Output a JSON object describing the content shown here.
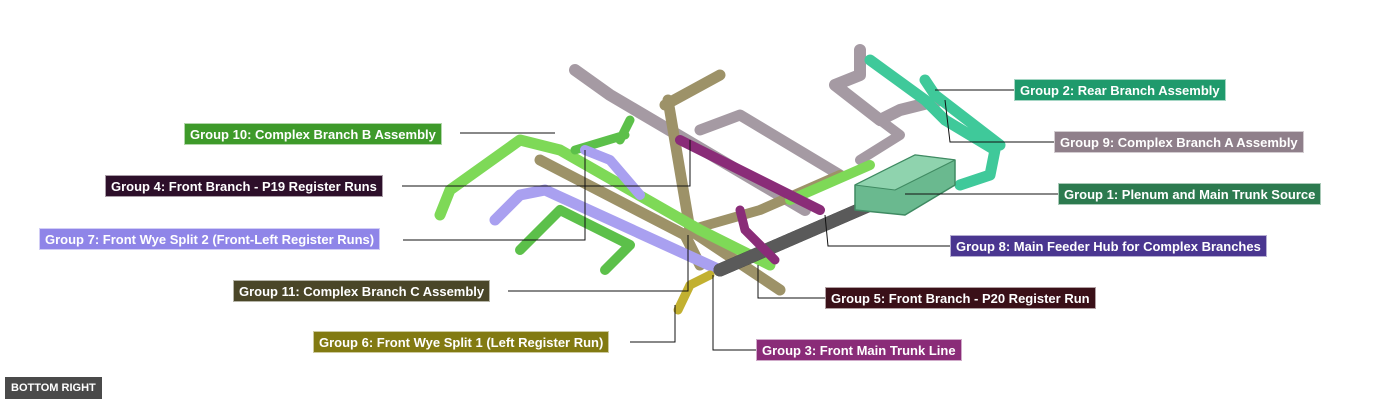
{
  "groups": [
    {
      "label": "Group 2: Rear Branch Assembly",
      "color": "#1f9a6c"
    },
    {
      "label": "Group 9: Complex Branch A Assembly",
      "color": "#8f7f8a"
    },
    {
      "label": "Group 1: Plenum and Main Trunk Source",
      "color": "#2c7a4f"
    },
    {
      "label": "Group 8: Main Feeder Hub for Complex Branches",
      "color": "#4a3690"
    },
    {
      "label": "Group 10: Complex Branch B Assembly",
      "color": "#3e9a2a"
    },
    {
      "label": "Group 4: Front Branch - P19 Register Runs",
      "color": "#2d0f2a"
    },
    {
      "label": "Group 7: Front Wye Split 2 (Front-Left Register Runs)",
      "color": "#8f85e8"
    },
    {
      "label": "Group 11: Complex Branch C Assembly",
      "color": "#4a4628"
    },
    {
      "label": "Group 5: Front Branch - P20 Register Run",
      "color": "#3a1018"
    },
    {
      "label": "Group 6: Front Wye Split 1 (Left Register Run)",
      "color": "#827a12"
    },
    {
      "label": "Group 3: Front Main Trunk Line",
      "color": "#8a2c78"
    }
  ],
  "view_label": "BOTTOM RIGHT"
}
